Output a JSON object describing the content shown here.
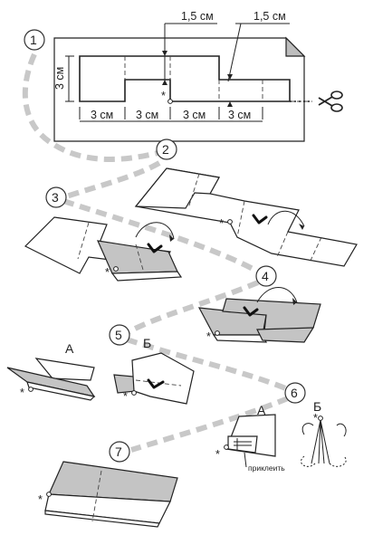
{
  "dimensions": {
    "half_cm_left": "1,5 см",
    "half_cm_right": "1,5 см",
    "height": "3 см",
    "seg1": "3 см",
    "seg2": "3 см",
    "seg3": "3 см",
    "seg4": "3 см"
  },
  "steps": {
    "s1": "1",
    "s2": "2",
    "s3": "3",
    "s4": "4",
    "s5": "5",
    "s6": "6",
    "s7": "7"
  },
  "markers": {
    "star": "*",
    "a5": "А",
    "b5": "Б",
    "a6": "А",
    "b6": "Б"
  },
  "glue_label": "приклеить",
  "icons": {
    "scissors": "scissors-icon"
  },
  "colors": {
    "shade": "#c4c4c4",
    "path": "#c8c8c8"
  }
}
